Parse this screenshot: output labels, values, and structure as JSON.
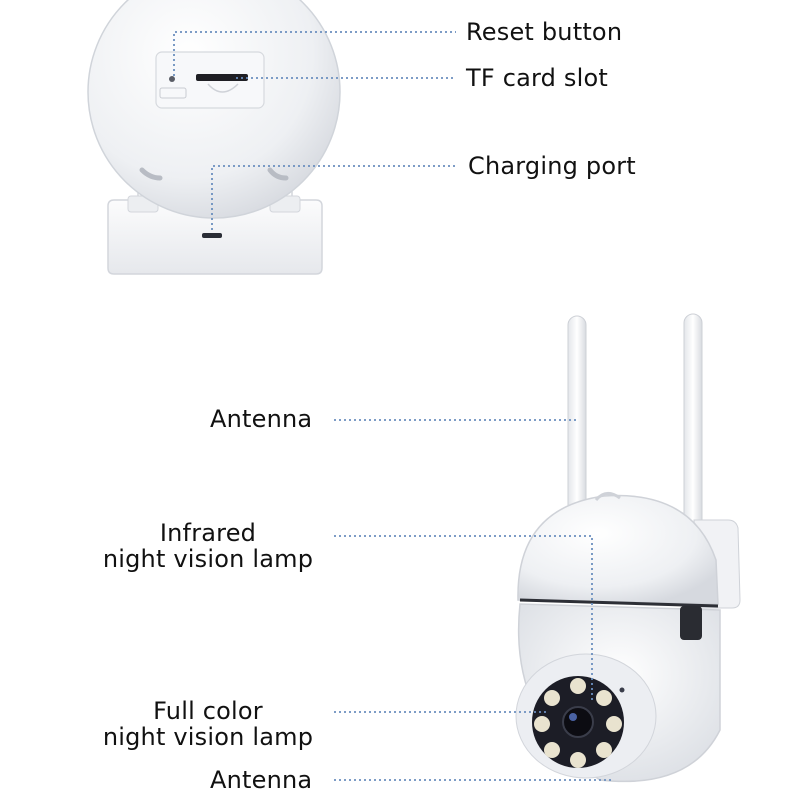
{
  "colors": {
    "leader_line": "#6b8fbf",
    "label_text": "#111111",
    "camera_body": "#f4f5f7",
    "camera_shadow": "#d9dce2",
    "lens_dark": "#1a1a24",
    "led": "#e8e0c8"
  },
  "top_view": {
    "labels": {
      "reset": "Reset button",
      "tf": "TF card slot",
      "charging": "Charging port"
    }
  },
  "bottom_view": {
    "labels": {
      "antenna_top": "Antenna",
      "infrared_line1": "Infrared",
      "infrared_line2": "night vision lamp",
      "fullcolor_line1": "Full color",
      "fullcolor_line2": "night vision lamp",
      "antenna_bottom": "Antenna"
    }
  }
}
